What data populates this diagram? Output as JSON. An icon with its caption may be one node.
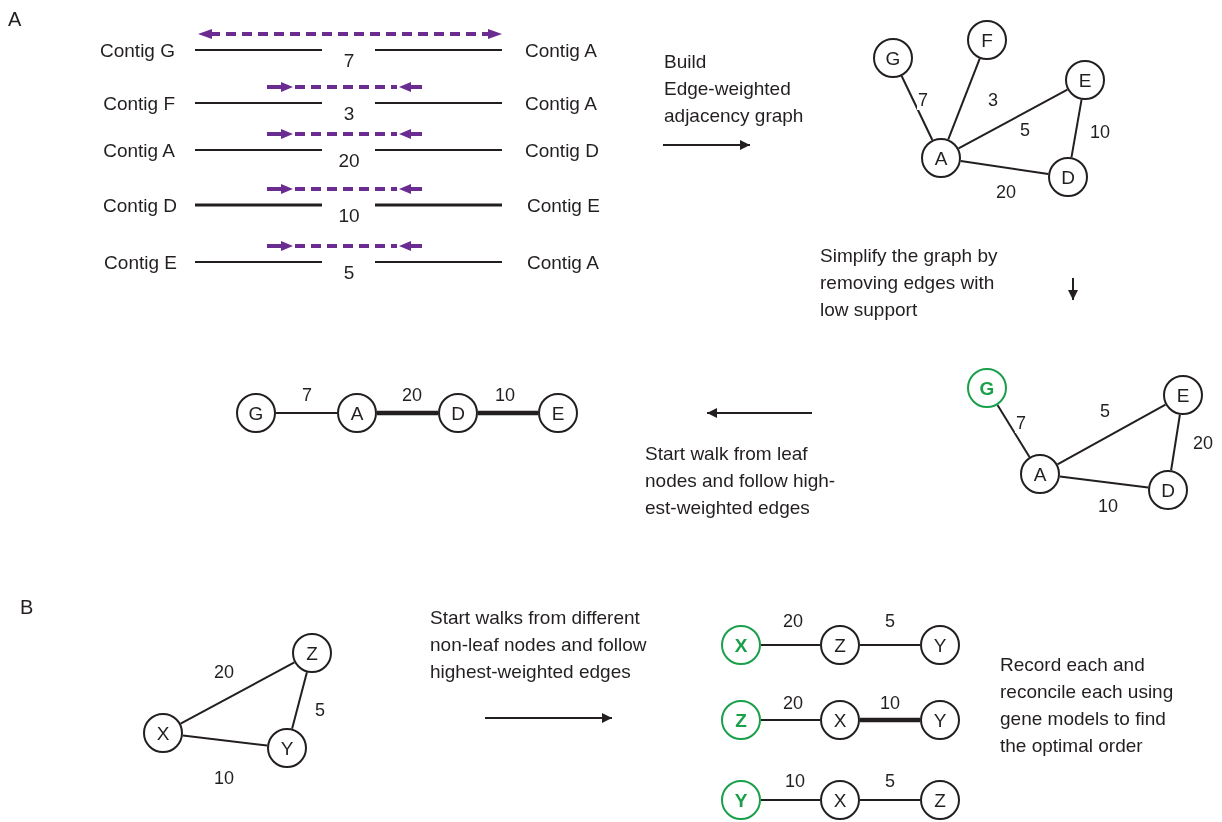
{
  "diagram": {
    "nodes": [
      {
        "text": [
          "G"
        ]
      },
      {
        "text": [
          "F"
        ]
      },
      {
        "text": [
          "E"
        ]
      },
      {
        "text": [
          "A"
        ]
      },
      {
        "text": [
          "D"
        ]
      },
      {
        "text": [
          "G"
        ]
      },
      {
        "text": [
          "E"
        ]
      },
      {
        "text": [
          "A"
        ]
      },
      {
        "text": [
          "D"
        ]
      },
      {
        "text": [
          "G"
        ]
      },
      {
        "text": [
          "A"
        ]
      },
      {
        "text": [
          "D"
        ]
      },
      {
        "text": [
          "E"
        ]
      },
      {
        "text": [
          "Z"
        ]
      },
      {
        "text": [
          "X"
        ]
      },
      {
        "text": [
          "Y"
        ]
      },
      {
        "text": [
          "X"
        ]
      },
      {
        "text": [
          "Z"
        ]
      },
      {
        "text": [
          "Y"
        ]
      },
      {
        "text": [
          "Z"
        ]
      },
      {
        "text": [
          "X"
        ]
      },
      {
        "text": [
          "Y"
        ]
      },
      {
        "text": [
          "Y"
        ]
      },
      {
        "text": [
          "X"
        ]
      },
      {
        "text": [
          "Z"
        ]
      }
    ],
    "edges": [
      {
        "from": 0,
        "to": 3,
        "arrow": "none",
        "label": "7"
      },
      {
        "from": 1,
        "to": 3,
        "arrow": "none",
        "label": "3"
      },
      {
        "from": 3,
        "to": 2,
        "arrow": "none",
        "label": "5"
      },
      {
        "from": 2,
        "to": 4,
        "arrow": "none",
        "label": "10"
      },
      {
        "from": 3,
        "to": 4,
        "arrow": "none",
        "label": "20"
      },
      {
        "from": 5,
        "to": 7,
        "arrow": "none",
        "label": "7"
      },
      {
        "from": 7,
        "to": 6,
        "arrow": "none",
        "label": "5"
      },
      {
        "from": 6,
        "to": 8,
        "arrow": "none",
        "label": "20"
      },
      {
        "from": 7,
        "to": 8,
        "arrow": "none",
        "label": "10"
      },
      {
        "from": 9,
        "to": 10,
        "arrow": "none",
        "label": "7"
      },
      {
        "from": 10,
        "to": 11,
        "arrow": "none",
        "label": "20",
        "style": "thick"
      },
      {
        "from": 11,
        "to": 12,
        "arrow": "none",
        "label": "10",
        "style": "thick"
      },
      {
        "from": 14,
        "to": 13,
        "arrow": "none",
        "label": "20"
      },
      {
        "from": 13,
        "to": 15,
        "arrow": "none",
        "label": "5"
      },
      {
        "from": 14,
        "to": 15,
        "arrow": "none",
        "label": "10"
      },
      {
        "from": 16,
        "to": 17,
        "arrow": "none",
        "label": "20"
      },
      {
        "from": 17,
        "to": 18,
        "arrow": "none",
        "label": "5"
      },
      {
        "from": 19,
        "to": 20,
        "arrow": "none",
        "label": "20"
      },
      {
        "from": 20,
        "to": 21,
        "arrow": "none",
        "label": "10",
        "style": "thick"
      },
      {
        "from": 22,
        "to": 23,
        "arrow": "none",
        "label": "10"
      },
      {
        "from": 23,
        "to": 24,
        "arrow": "none",
        "label": "5"
      }
    ],
    "labels": [
      "A",
      "Contig G",
      "7",
      "Contig A",
      "Contig F",
      "3",
      "Contig A",
      "Contig A",
      "20",
      "Contig D",
      "Contig D",
      "10",
      "Contig E",
      "Contig E",
      "5",
      "Contig A",
      "Build Edge-weighted adjacency graph",
      "Simplify the graph by removing edges with low support",
      "Start walk from leaf nodes and follow high-est-weighted edges",
      "B",
      "Start walks from different non-leaf nodes and follow highest-weighted edges",
      "Record each and reconcile each using gene models to find the optimal order"
    ]
  }
}
